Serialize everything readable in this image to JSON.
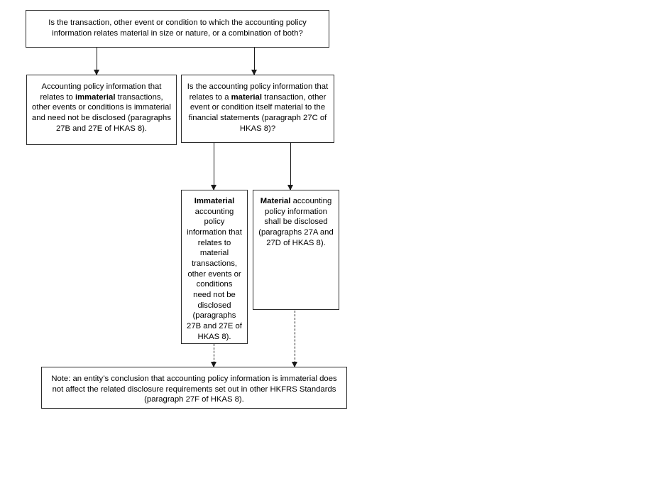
{
  "diagram": {
    "title": "Accounting policy information materiality decision flowchart",
    "background_color": "#ffffff",
    "border_color": "#2b2b2b",
    "line_color": "#1a1a1a"
  },
  "nodes": {
    "root": {
      "id": "root",
      "shape": "rectangle",
      "kind": "decision-question",
      "text": "Is the transaction, other event or condition to which the accounting policy information relates material in size or nature, or a combination of both?"
    },
    "immaterial_branch": {
      "id": "immaterial-branch",
      "shape": "rectangle",
      "kind": "outcome",
      "text_before_bold": "Accounting policy information that relates to ",
      "bold": "immaterial",
      "text_after_bold": " transactions, other events or conditions is immaterial and need not be disclosed (paragraphs 27B and 27E of HKAS 8)."
    },
    "material_question": {
      "id": "material-question",
      "shape": "rectangle",
      "kind": "decision-question",
      "text_before_bold": "Is the accounting policy information that relates to a ",
      "bold": "material",
      "text_after_bold": " transaction, other event or condition itself   material to the financial statements (paragraph 27C of HKAS 8)?"
    },
    "immaterial_outcome": {
      "id": "immaterial-outcome",
      "shape": "rectangle",
      "kind": "outcome",
      "bold": "Immaterial",
      "text_after_bold": " accounting policy information that relates to material transactions, other events or conditions need not be disclosed (paragraphs 27B and 27E of HKAS 8)."
    },
    "material_outcome": {
      "id": "material-outcome",
      "shape": "rectangle",
      "kind": "outcome",
      "bold": "Material",
      "text_after_bold": " accounting policy information shall be disclosed (paragraphs 27A and 27D of HKAS 8)."
    },
    "note": {
      "id": "note",
      "shape": "rectangle",
      "kind": "note",
      "text": "Note: an entity’s conclusion that accounting policy information is immaterial does not affect the related disclosure requirements set out in other HKFRS Standards (paragraph 27F of HKAS 8)."
    }
  },
  "connectors": [
    {
      "id": "root-to-immaterial",
      "from": "root",
      "to": "immaterial-branch",
      "style": "solid",
      "arrow": "down"
    },
    {
      "id": "root-to-material",
      "from": "root",
      "to": "material-question",
      "style": "solid",
      "arrow": "down"
    },
    {
      "id": "mq-to-immaterial",
      "from": "material-question",
      "to": "immaterial-outcome",
      "style": "solid",
      "arrow": "down"
    },
    {
      "id": "mq-to-material",
      "from": "material-question",
      "to": "material-outcome",
      "style": "solid",
      "arrow": "down"
    },
    {
      "id": "immaterial-to-note",
      "from": "immaterial-outcome",
      "to": "note",
      "style": "dashed",
      "arrow": "down"
    },
    {
      "id": "material-to-note",
      "from": "material-outcome",
      "to": "note",
      "style": "dashed",
      "arrow": "down"
    }
  ]
}
